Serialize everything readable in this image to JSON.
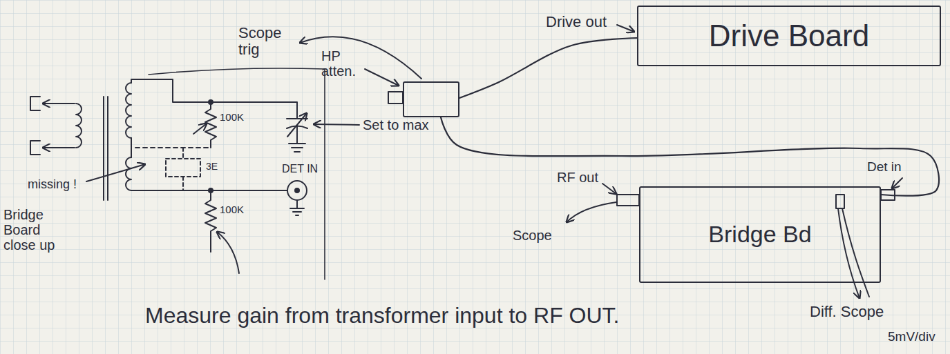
{
  "diagram": {
    "nodes": [
      {
        "text": [
          "Drive Board"
        ]
      },
      {
        "text": [
          "HP atten."
        ]
      },
      {
        "text": [
          "Bridge Bd"
        ]
      }
    ],
    "edges": [
      {
        "from": 0,
        "to": 1,
        "arrow": "none"
      },
      {
        "from": 1,
        "to": 2,
        "arrow": "none"
      }
    ],
    "labels": [
      "Drive out",
      "Scope trig",
      "Set to max",
      "100K",
      "3E",
      "DET IN",
      "100K",
      "missing !",
      "Bridge Board close up",
      "RF out",
      "Scope",
      "Det in",
      "Diff. Scope",
      "5mV/div",
      "Measure gain from transformer input to RF OUT."
    ]
  }
}
